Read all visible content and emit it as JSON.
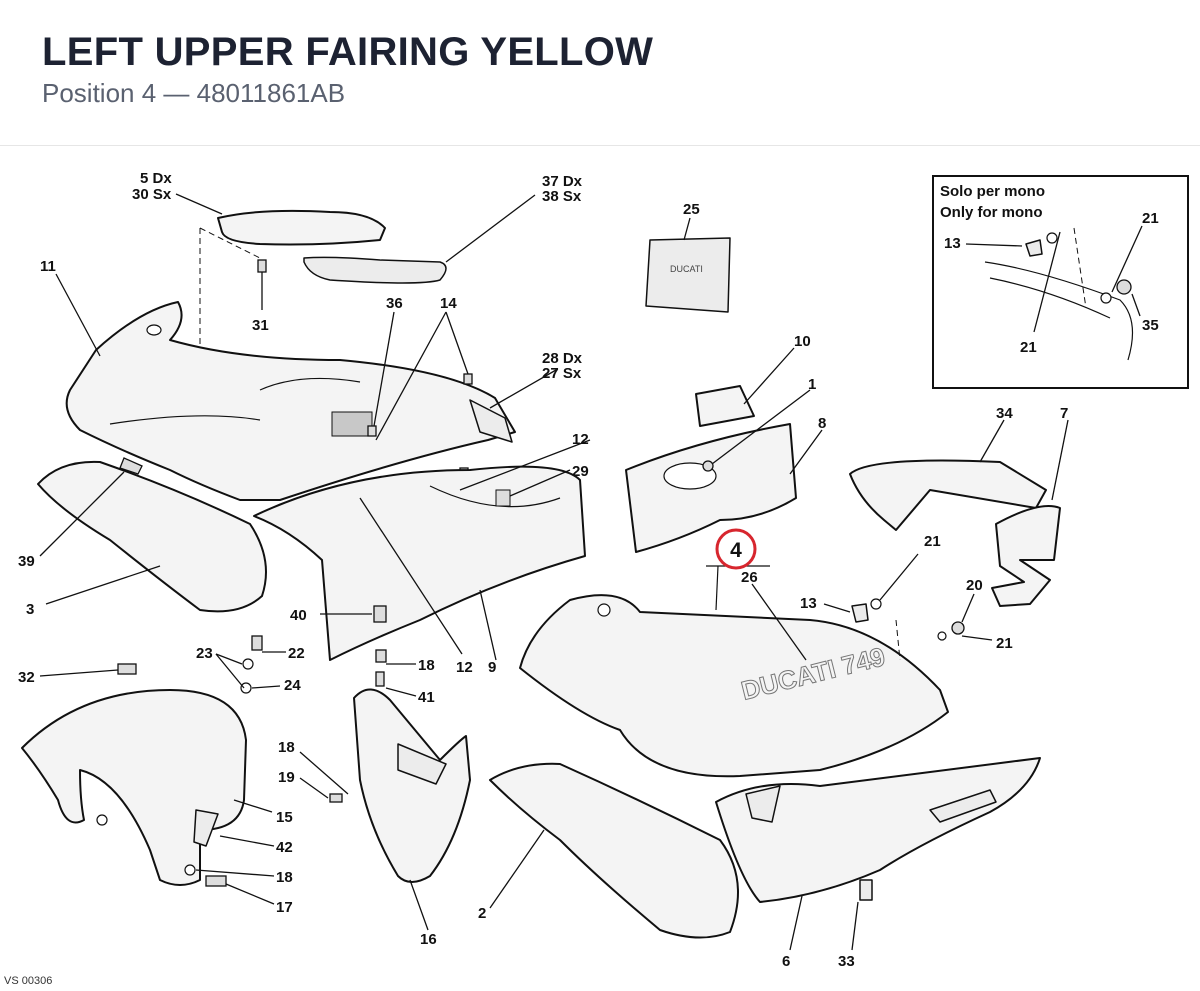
{
  "header": {
    "title": "LEFT UPPER FAIRING YELLOW",
    "subtitle": "Position 4 — 48011861AB"
  },
  "inset": {
    "line1": "Solo per mono",
    "line2": "Only for mono"
  },
  "highlight": {
    "position": "4",
    "color": "#d7262e"
  },
  "decal": {
    "brand_text": "DUCATI 749",
    "small_brand": "DUCATI"
  },
  "footer": {
    "drawing_code": "VS 00306"
  },
  "labels": {
    "l5dx": "5 Dx",
    "l30sx": "30 Sx",
    "l37dx": "37 Dx",
    "l38sx": "38 Sx",
    "l25": "25",
    "l11": "11",
    "l31": "31",
    "l36": "36",
    "l14": "14",
    "l28dx": "28 Dx",
    "l27sx": "27 Sx",
    "l10": "10",
    "l1": "1",
    "l8": "8",
    "l12a": "12",
    "l29": "29",
    "l34": "34",
    "l7": "7",
    "l39": "39",
    "l3": "3",
    "l26": "26",
    "l21a": "21",
    "l13b": "13",
    "l20": "20",
    "l21b": "21",
    "l40": "40",
    "l22": "22",
    "l23": "23",
    "l24": "24",
    "l18a": "18",
    "l41": "41",
    "l12b": "12",
    "l9": "9",
    "l32": "32",
    "l18b": "18",
    "l19": "19",
    "l15": "15",
    "l42": "42",
    "l18c": "18",
    "l17": "17",
    "l16": "16",
    "l2": "2",
    "l6": "6",
    "l33": "33",
    "i13": "13",
    "i21a": "21",
    "i21b": "21",
    "i35": "35"
  }
}
